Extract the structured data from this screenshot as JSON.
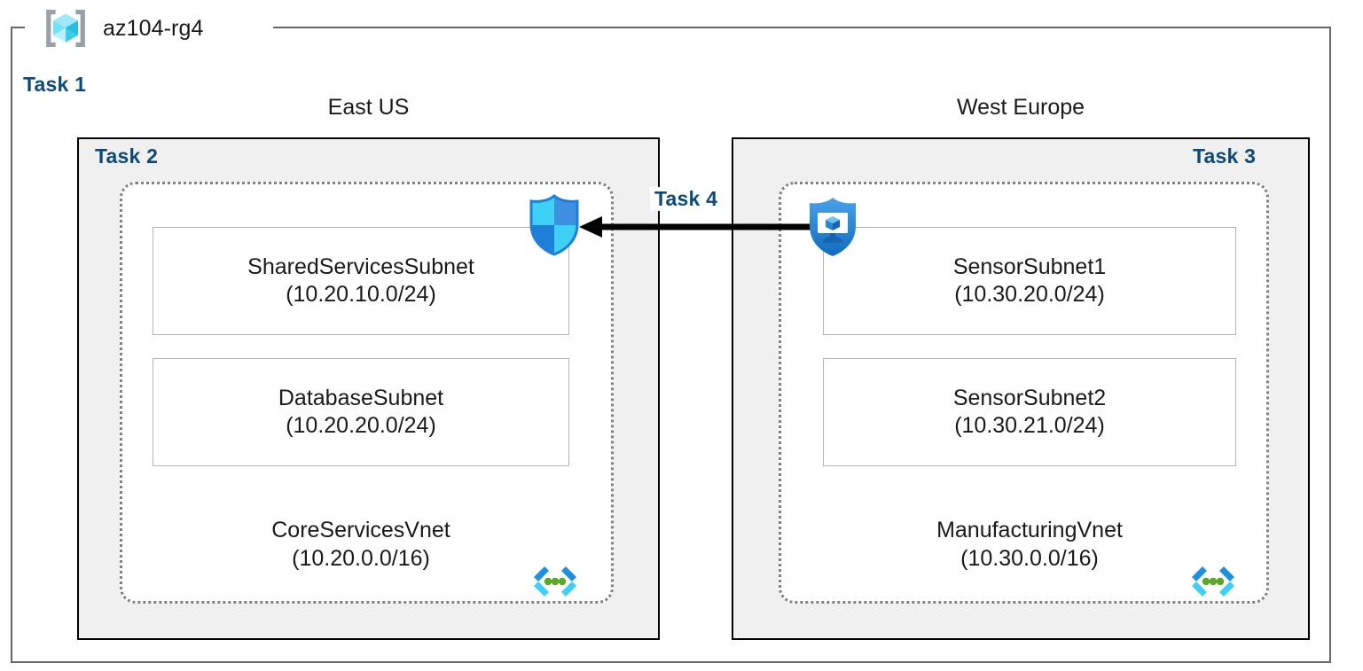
{
  "resource_group": {
    "name": "az104-rg4",
    "icon": "resource-group-cube-icon"
  },
  "tasks": {
    "task1": "Task 1",
    "task2": "Task 2",
    "task3": "Task 3",
    "task4": "Task 4"
  },
  "regions": {
    "left": {
      "caption": "East US",
      "vnet": {
        "name": "CoreServicesVnet",
        "cidr": "(10.20.0.0/16)",
        "icon": "virtual-network-icon",
        "subnets": [
          {
            "name": "SharedServicesSubnet",
            "cidr": "(10.20.10.0/24)"
          },
          {
            "name": "DatabaseSubnet",
            "cidr": "(10.20.20.0/24)"
          }
        ]
      }
    },
    "right": {
      "caption": "West Europe",
      "vnet": {
        "name": "ManufacturingVnet",
        "cidr": "(10.30.0.0/16)",
        "icon": "virtual-network-icon",
        "subnets": [
          {
            "name": "SensorSubnet1",
            "cidr": "(10.30.20.0/24)"
          },
          {
            "name": "SensorSubnet2",
            "cidr": "(10.30.21.0/24)"
          }
        ]
      }
    }
  },
  "icons": {
    "nsg": "network-security-group-shield-icon",
    "vm": "virtual-machine-shield-icon",
    "connection": "peering-arrow-icon"
  },
  "colors": {
    "task_label": "#0d4a7a",
    "region_fill": "#f0f0f0",
    "region_border": "#000000",
    "frame_border": "#666666",
    "vnet_border": "#808080",
    "subnet_border": "#b3b3b3",
    "icon_cyan": "#32c8f0",
    "icon_blue": "#1e8ae0",
    "icon_dark_blue": "#0f6cbd",
    "glyph_green": "#5aa82a",
    "arrow": "#000000",
    "text": "#1a1a1a"
  }
}
